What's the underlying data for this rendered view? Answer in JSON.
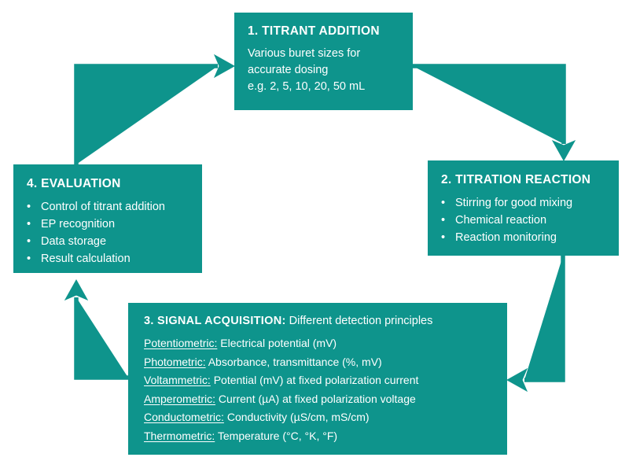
{
  "colors": {
    "teal": "#0e948c",
    "text": "#ffffff",
    "background": "#ffffff"
  },
  "boxes": {
    "titrant_addition": {
      "title": "1. TITRANT ADDITION",
      "lines": [
        "Various buret sizes for",
        "accurate dosing",
        "e.g. 2, 5, 10, 20, 50 mL"
      ]
    },
    "titration_reaction": {
      "title": "2. TITRATION REACTION",
      "bullets": [
        "Stirring for good mixing",
        "Chemical reaction",
        "Reaction monitoring"
      ]
    },
    "signal_acquisition": {
      "title_bold": "3. SIGNAL ACQUISITION:",
      "title_rest": "Different detection principles",
      "methods": [
        {
          "term": "Potentiometric:",
          "desc": "Electrical potential (mV)"
        },
        {
          "term": "Photometric:",
          "desc": "Absorbance, transmittance (%, mV)"
        },
        {
          "term": "Voltammetric:",
          "desc": "Potential (mV) at fixed polarization current"
        },
        {
          "term": "Amperometric:",
          "desc": "Current (µA) at fixed polarization voltage"
        },
        {
          "term": "Conductometric:",
          "desc": "Conductivity (µS/cm, mS/cm)"
        },
        {
          "term": "Thermometric:",
          "desc": "Temperature (°C, °K, °F)"
        }
      ]
    },
    "evaluation": {
      "title": "4. EVALUATION",
      "bullets": [
        "Control of titrant addition",
        "EP recognition",
        "Data storage",
        "Result calculation"
      ]
    }
  }
}
